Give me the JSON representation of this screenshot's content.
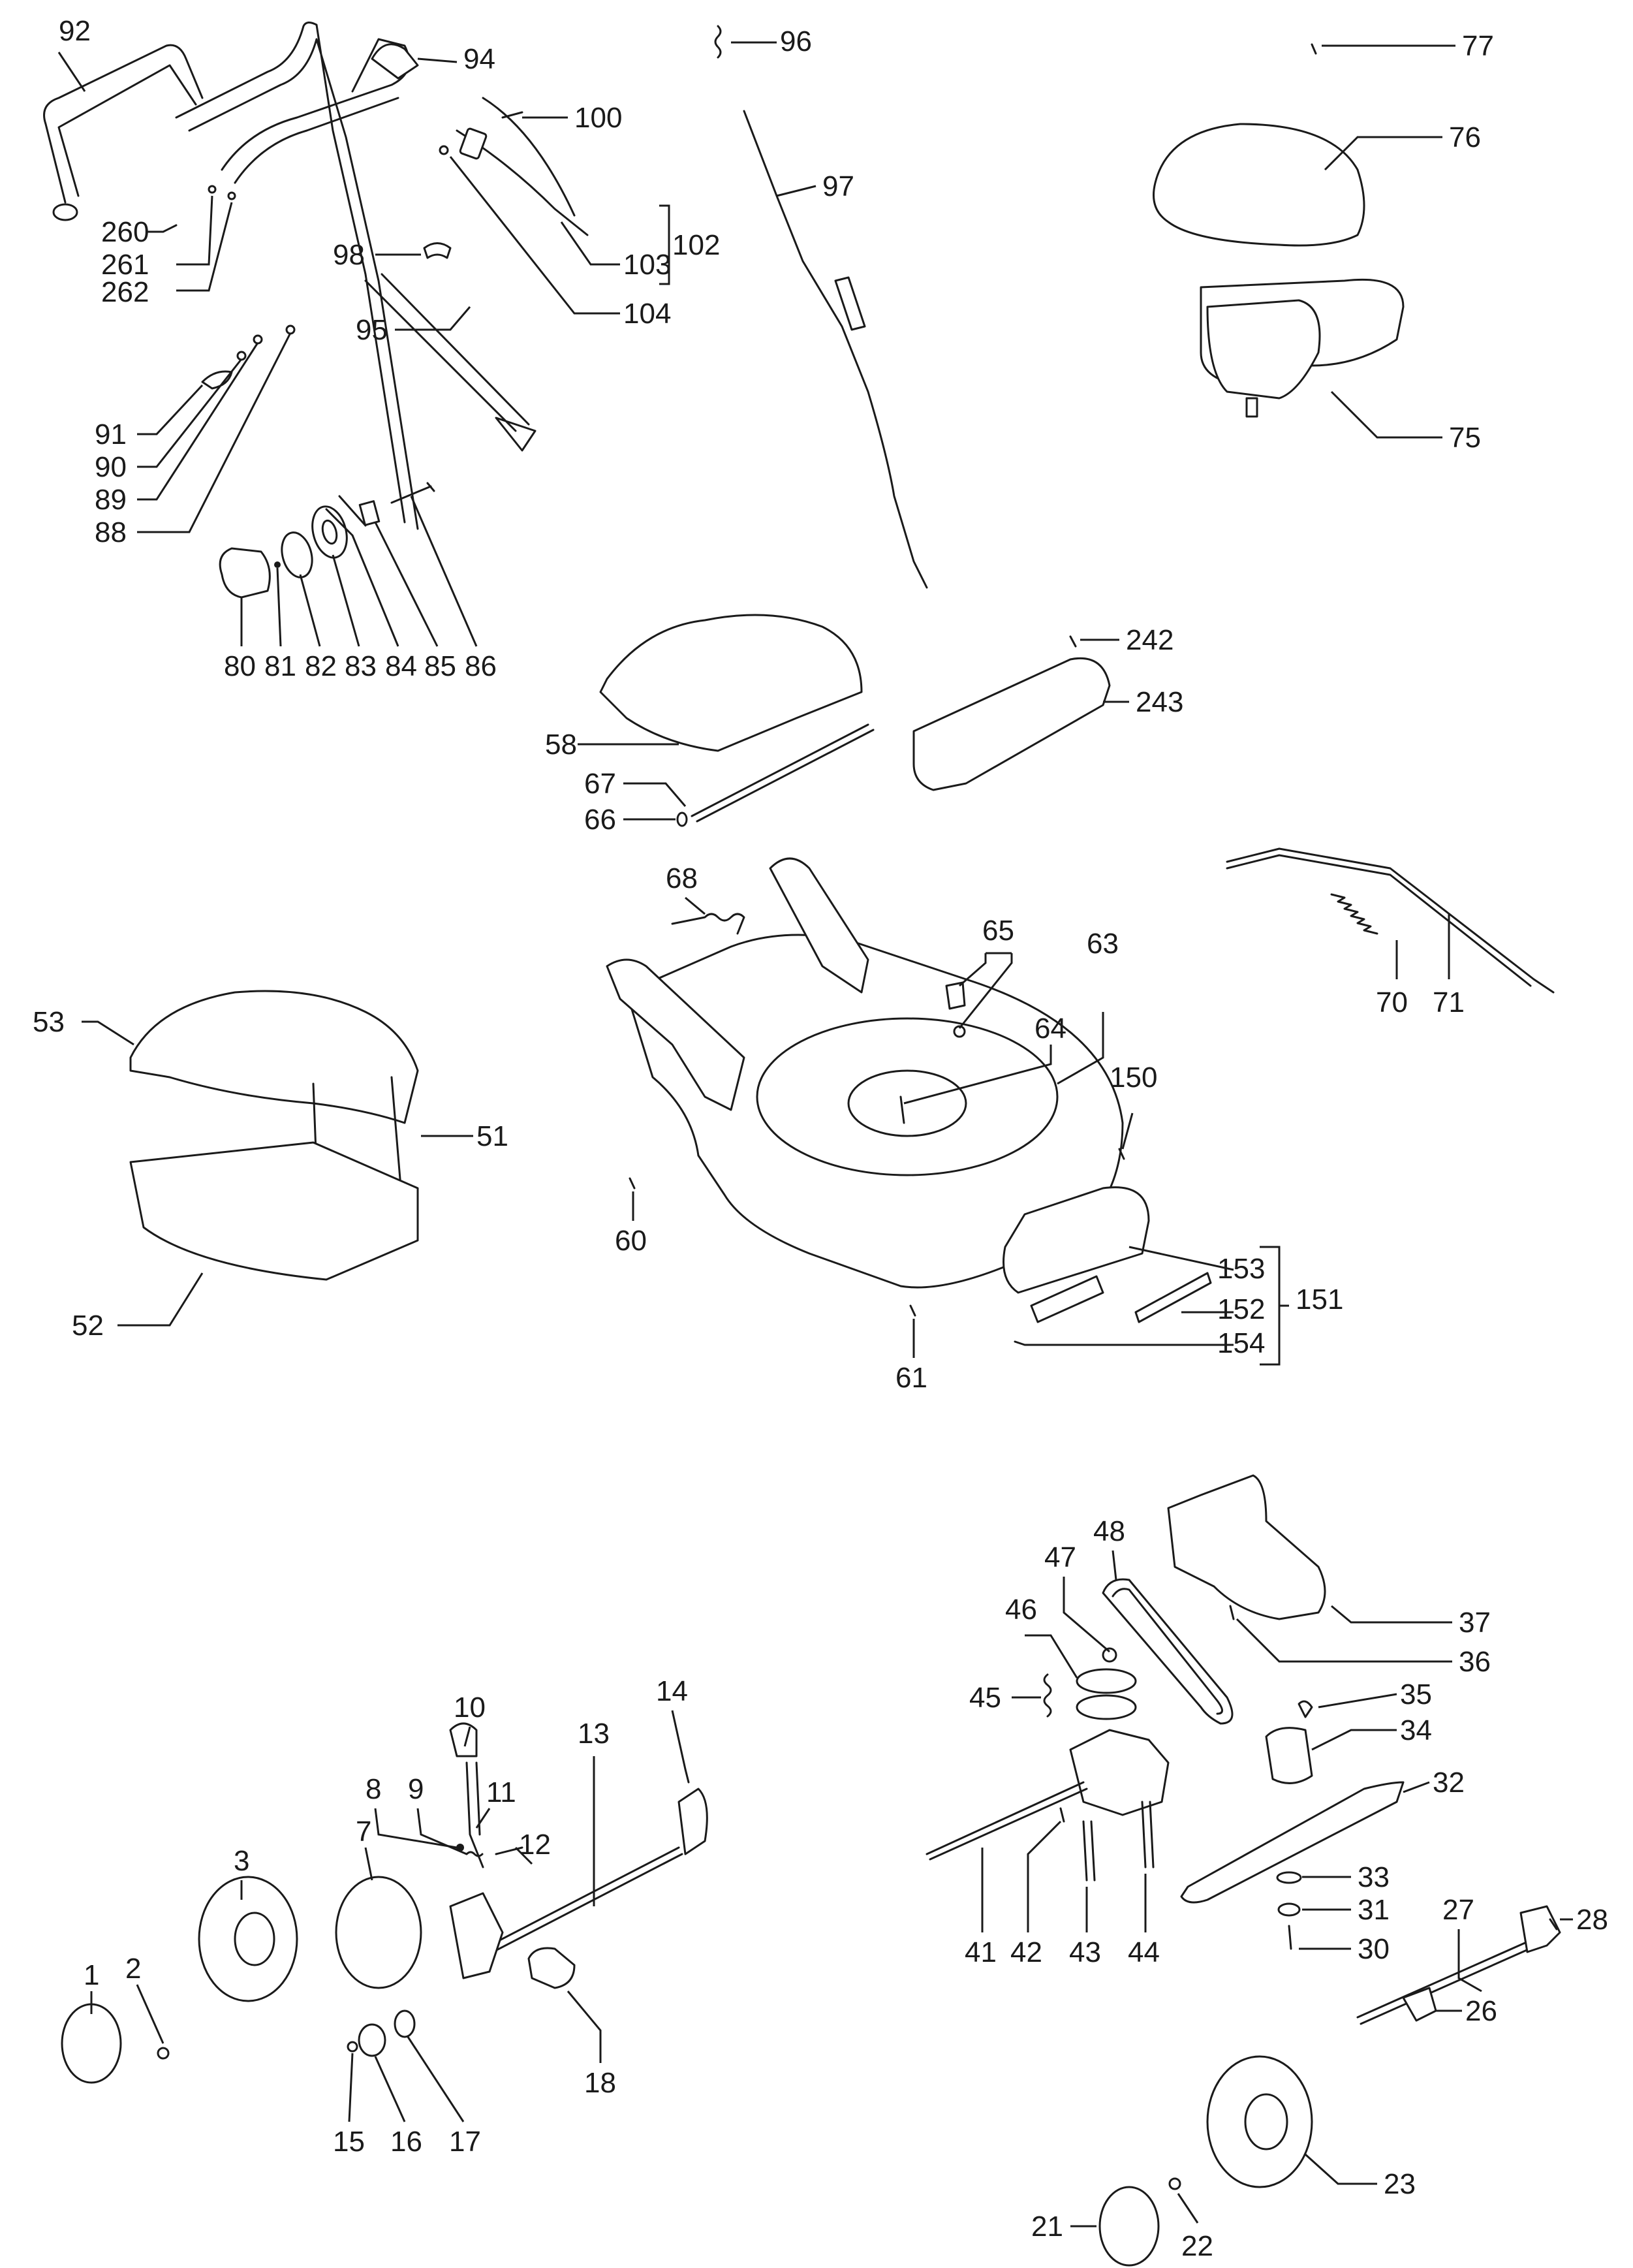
{
  "labels": [
    {
      "id": "1",
      "text": "1"
    },
    {
      "id": "2",
      "text": "2"
    },
    {
      "id": "3",
      "text": "3"
    },
    {
      "id": "7",
      "text": "7"
    },
    {
      "id": "8",
      "text": "8"
    },
    {
      "id": "9",
      "text": "9"
    },
    {
      "id": "10",
      "text": "10"
    },
    {
      "id": "11",
      "text": "11"
    },
    {
      "id": "12",
      "text": "12"
    },
    {
      "id": "13",
      "text": "13"
    },
    {
      "id": "14",
      "text": "14"
    },
    {
      "id": "15",
      "text": "15"
    },
    {
      "id": "16",
      "text": "16"
    },
    {
      "id": "17",
      "text": "17"
    },
    {
      "id": "18",
      "text": "18"
    },
    {
      "id": "21",
      "text": "21"
    },
    {
      "id": "22",
      "text": "22"
    },
    {
      "id": "23",
      "text": "23"
    },
    {
      "id": "26",
      "text": "26"
    },
    {
      "id": "27",
      "text": "27"
    },
    {
      "id": "28",
      "text": "28"
    },
    {
      "id": "30",
      "text": "30"
    },
    {
      "id": "31",
      "text": "31"
    },
    {
      "id": "32",
      "text": "32"
    },
    {
      "id": "33",
      "text": "33"
    },
    {
      "id": "34",
      "text": "34"
    },
    {
      "id": "35",
      "text": "35"
    },
    {
      "id": "36",
      "text": "36"
    },
    {
      "id": "37",
      "text": "37"
    },
    {
      "id": "41",
      "text": "41"
    },
    {
      "id": "42",
      "text": "42"
    },
    {
      "id": "43",
      "text": "43"
    },
    {
      "id": "44",
      "text": "44"
    },
    {
      "id": "45",
      "text": "45"
    },
    {
      "id": "46",
      "text": "46"
    },
    {
      "id": "47",
      "text": "47"
    },
    {
      "id": "48",
      "text": "48"
    },
    {
      "id": "51",
      "text": "51"
    },
    {
      "id": "52",
      "text": "52"
    },
    {
      "id": "53",
      "text": "53"
    },
    {
      "id": "58",
      "text": "58"
    },
    {
      "id": "60",
      "text": "60"
    },
    {
      "id": "61",
      "text": "61"
    },
    {
      "id": "63",
      "text": "63"
    },
    {
      "id": "64",
      "text": "64"
    },
    {
      "id": "65",
      "text": "65"
    },
    {
      "id": "66",
      "text": "66"
    },
    {
      "id": "67",
      "text": "67"
    },
    {
      "id": "68",
      "text": "68"
    },
    {
      "id": "70",
      "text": "70"
    },
    {
      "id": "71",
      "text": "71"
    },
    {
      "id": "75",
      "text": "75"
    },
    {
      "id": "76",
      "text": "76"
    },
    {
      "id": "77",
      "text": "77"
    },
    {
      "id": "80",
      "text": "80"
    },
    {
      "id": "81",
      "text": "81"
    },
    {
      "id": "82",
      "text": "82"
    },
    {
      "id": "83",
      "text": "83"
    },
    {
      "id": "84",
      "text": "84"
    },
    {
      "id": "85",
      "text": "85"
    },
    {
      "id": "86",
      "text": "86"
    },
    {
      "id": "88",
      "text": "88"
    },
    {
      "id": "89",
      "text": "89"
    },
    {
      "id": "90",
      "text": "90"
    },
    {
      "id": "91",
      "text": "91"
    },
    {
      "id": "92",
      "text": "92"
    },
    {
      "id": "94",
      "text": "94"
    },
    {
      "id": "95",
      "text": "95"
    },
    {
      "id": "96",
      "text": "96"
    },
    {
      "id": "97",
      "text": "97"
    },
    {
      "id": "98",
      "text": "98"
    },
    {
      "id": "100",
      "text": "100"
    },
    {
      "id": "102",
      "text": "102"
    },
    {
      "id": "103",
      "text": "103"
    },
    {
      "id": "104",
      "text": "104"
    },
    {
      "id": "150",
      "text": "150"
    },
    {
      "id": "151",
      "text": "151"
    },
    {
      "id": "152",
      "text": "152"
    },
    {
      "id": "153",
      "text": "153"
    },
    {
      "id": "154",
      "text": "154"
    },
    {
      "id": "242",
      "text": "242"
    },
    {
      "id": "243",
      "text": "243"
    },
    {
      "id": "260",
      "text": "260"
    },
    {
      "id": "261",
      "text": "261"
    },
    {
      "id": "262",
      "text": "262"
    }
  ]
}
